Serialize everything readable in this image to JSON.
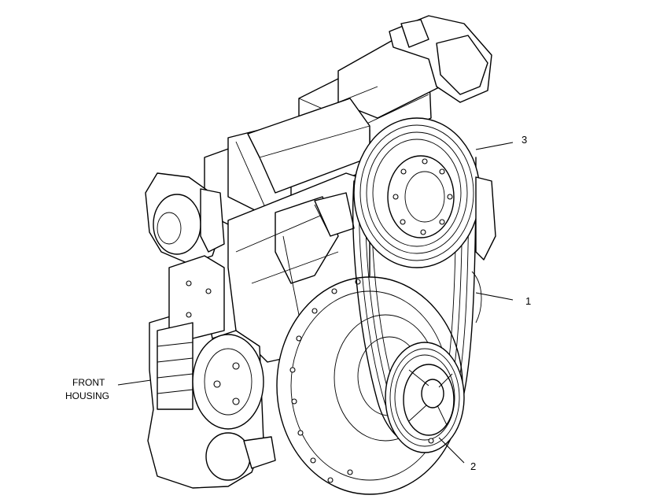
{
  "callouts": {
    "c1": "1",
    "c2": "2",
    "c3": "3"
  },
  "front_housing": {
    "line1": "FRONT",
    "line2": "HOUSING"
  }
}
